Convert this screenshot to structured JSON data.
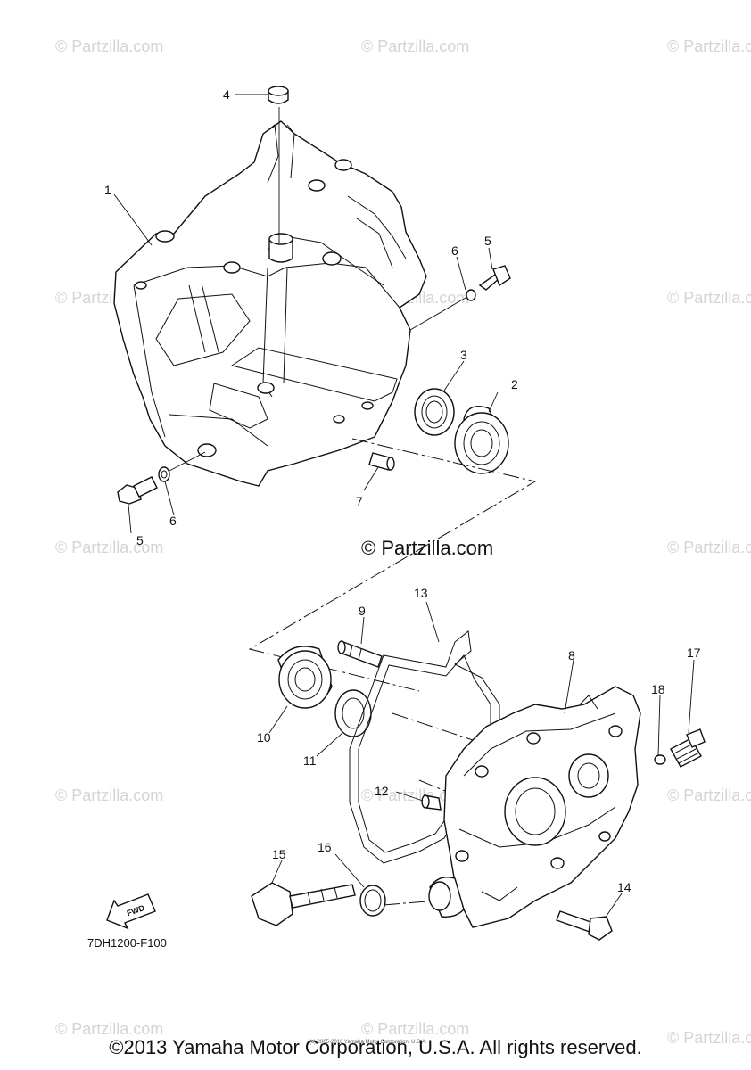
{
  "watermark": "© Partzilla.com",
  "center_watermark": "© Partzilla.com",
  "diagram_code": "7DH1200-F100",
  "fwd_label": "FWD",
  "tiny_copyright": "(c) 2005-2016 Yamaha Motor Corporation, U.S.A.",
  "footer": "©2013 Yamaha Motor Corporation, U.S.A. All rights reserved.",
  "callouts": {
    "c1": "1",
    "c2": "2",
    "c3": "3",
    "c4": "4",
    "c5a": "5",
    "c5b": "5",
    "c6a": "6",
    "c6b": "6",
    "c7": "7",
    "c8": "8",
    "c9": "9",
    "c10": "10",
    "c11": "11",
    "c12": "12",
    "c13": "13",
    "c14": "14",
    "c15": "15",
    "c16": "16",
    "c17": "17",
    "c18": "18"
  }
}
